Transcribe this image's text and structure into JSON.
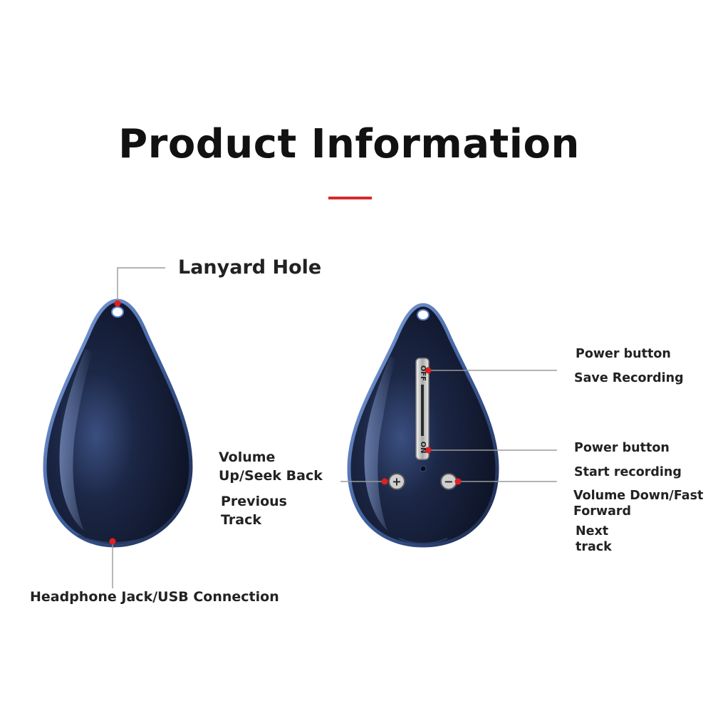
{
  "header": {
    "title": "Product Information"
  },
  "colors": {
    "accent": "#d42a2a",
    "device_body": "#141c34",
    "device_rim": "#5c7fc6",
    "leader_line": "#9a9a9a"
  },
  "callouts": {
    "lanyard_hole": "Lanyard Hole",
    "headphone_jack": "Headphone Jack/USB Connection",
    "volume_up_line1": "Volume",
    "volume_up_line2": "Up/Seek Back",
    "previous_line1": "Previous",
    "previous_line2": "Track",
    "power_off": "Power button",
    "save_recording": "Save Recording",
    "power_on": "Power button",
    "start_recording": "Start recording",
    "volume_down_line1": "Volume Down/Fast",
    "volume_down_line2": "Forward",
    "next_line1": "Next",
    "next_line2": "track"
  },
  "device_markings": {
    "off": "OFF",
    "on": "ON",
    "plus": "+",
    "minus": "−"
  }
}
